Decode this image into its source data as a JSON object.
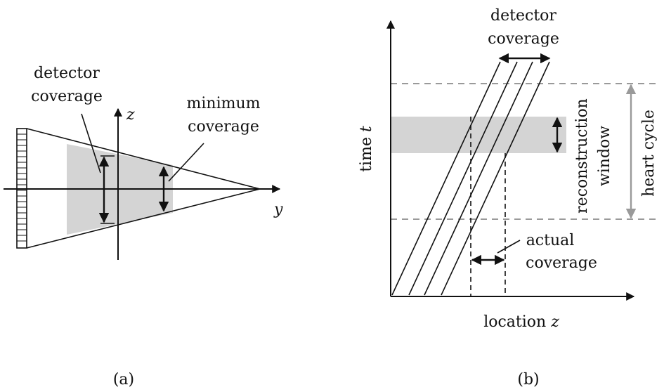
{
  "panel_a": {
    "caption": "(a)",
    "detector_coverage_line1": "detector",
    "detector_coverage_line2": "coverage",
    "minimum_coverage_line1": "minimum",
    "minimum_coverage_line2": "coverage",
    "axis_z": "z",
    "axis_y": "y"
  },
  "panel_b": {
    "caption": "(b)",
    "detector_coverage_line1": "detector",
    "detector_coverage_line2": "coverage",
    "y_axis_label_prefix": "time ",
    "y_axis_label_var": "t",
    "x_axis_label_prefix": "location ",
    "x_axis_label_var": "z",
    "reconstruction_window_line1": "reconstruction",
    "reconstruction_window_line2": "window",
    "heart_cycle": "heart cycle",
    "actual_coverage_line1": "actual",
    "actual_coverage_line2": "coverage"
  },
  "colors": {
    "shade": "#d4d4d4",
    "gray_arrow": "#9a9a9a",
    "ink": "#111111"
  }
}
